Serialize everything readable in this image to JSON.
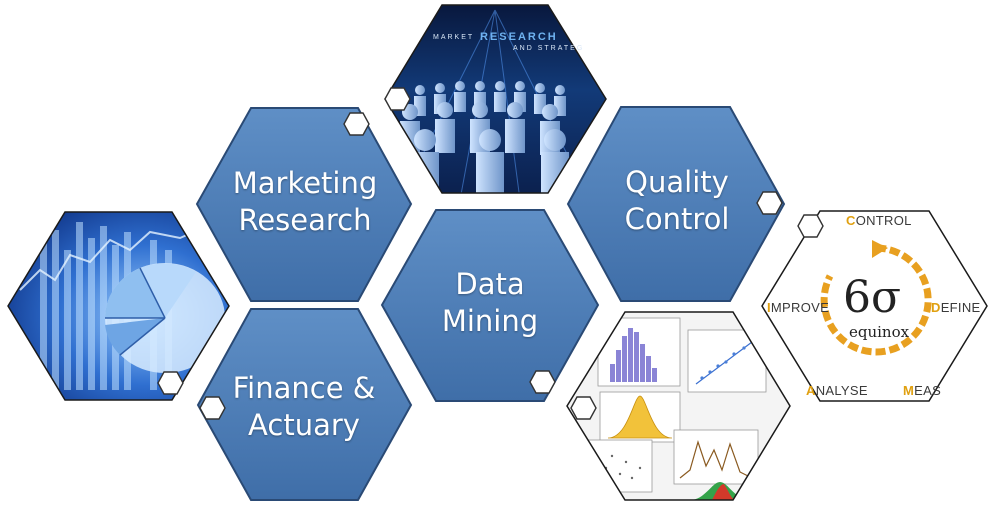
{
  "tiles": {
    "marketing_research": {
      "line1": "Marketing",
      "line2": "Research"
    },
    "quality_control": {
      "line1": "Quality",
      "line2": "Control"
    },
    "data_mining": {
      "line1": "Data",
      "line2": "Mining"
    },
    "finance_actuary": {
      "line1": "Finance &",
      "line2": "Actuary"
    }
  },
  "photo_market": {
    "line1": "MARKET",
    "line2": "RESEARCH",
    "line3": "AND STRATEG"
  },
  "six_sigma": {
    "symbol": "6σ",
    "brand": "equinox",
    "control": {
      "initial": "C",
      "rest": "ONTROL"
    },
    "define": {
      "initial": "D",
      "rest": "EFINE"
    },
    "measure": {
      "initial": "M",
      "rest": "EAS"
    },
    "analyse": {
      "initial": "A",
      "rest": "NALYSE"
    },
    "improve": {
      "initial": "I",
      "rest": "MPROVE"
    }
  },
  "colors": {
    "tile_blue": "#4f7fb7",
    "tile_border": "#2a4a75",
    "accent_orange": "#e8a020"
  }
}
